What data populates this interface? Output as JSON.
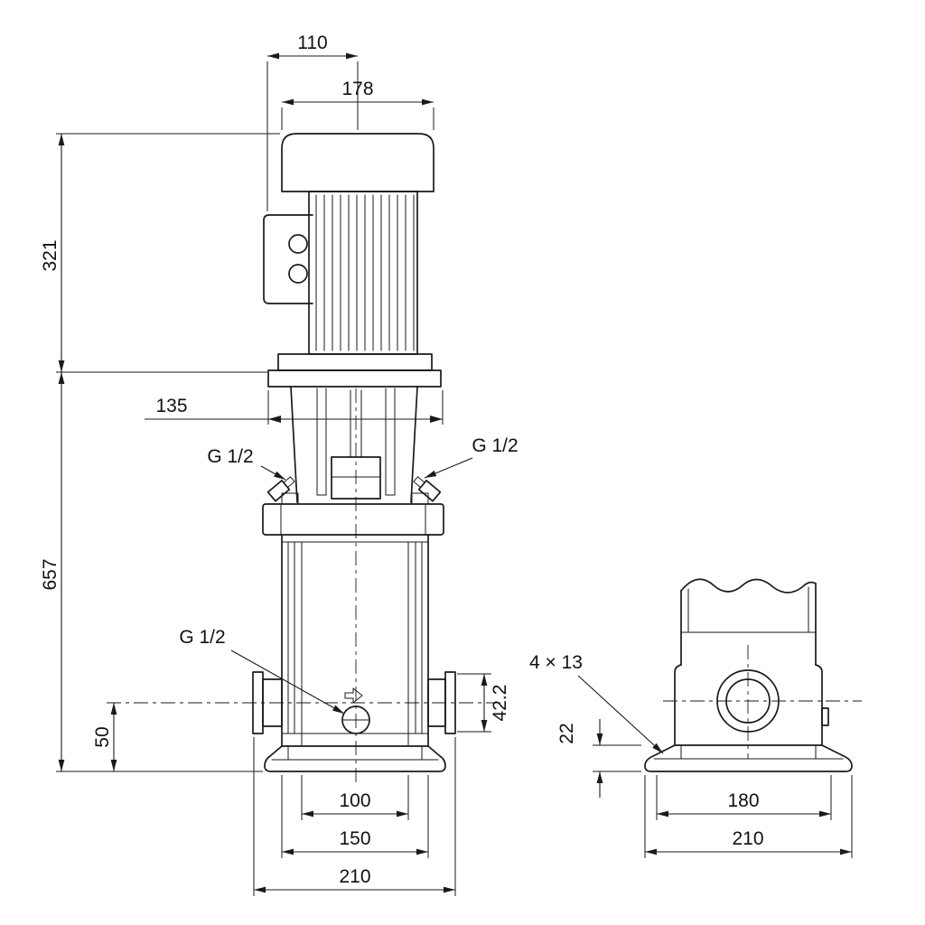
{
  "front": {
    "motor_face_to_center": "110",
    "motor_width": "178",
    "motor_height": "321",
    "flange_width": "135",
    "pump_height": "657",
    "gauge_port_left": "G 1/2",
    "gauge_port_right": "G 1/2",
    "drain_port": "G 1/2",
    "port_centerline_height": "50",
    "port_size": "42.2",
    "chamber_width": "100",
    "port_span": "150",
    "base_width": "210"
  },
  "side": {
    "mounting_slots": "4 × 13",
    "base_plate_height": "22",
    "bolt_span": "180",
    "base_depth": "210"
  }
}
